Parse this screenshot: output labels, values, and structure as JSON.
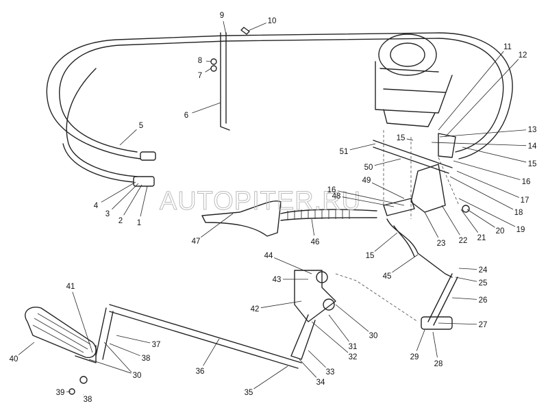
{
  "watermark": "AUTOPITER.RU",
  "callouts": [
    "9",
    "10",
    "8",
    "7",
    "6",
    "5",
    "4",
    "3",
    "2",
    "1",
    "11",
    "12",
    "13",
    "14",
    "15",
    "16",
    "17",
    "18",
    "19",
    "20",
    "21",
    "22",
    "23",
    "15",
    "51",
    "50",
    "49",
    "16",
    "48",
    "47",
    "46",
    "15",
    "45",
    "44",
    "43",
    "42",
    "24",
    "25",
    "26",
    "27",
    "28",
    "29",
    "30",
    "31",
    "32",
    "33",
    "34",
    "35",
    "36",
    "37",
    "38",
    "41",
    "40",
    "30",
    "39",
    "38"
  ]
}
